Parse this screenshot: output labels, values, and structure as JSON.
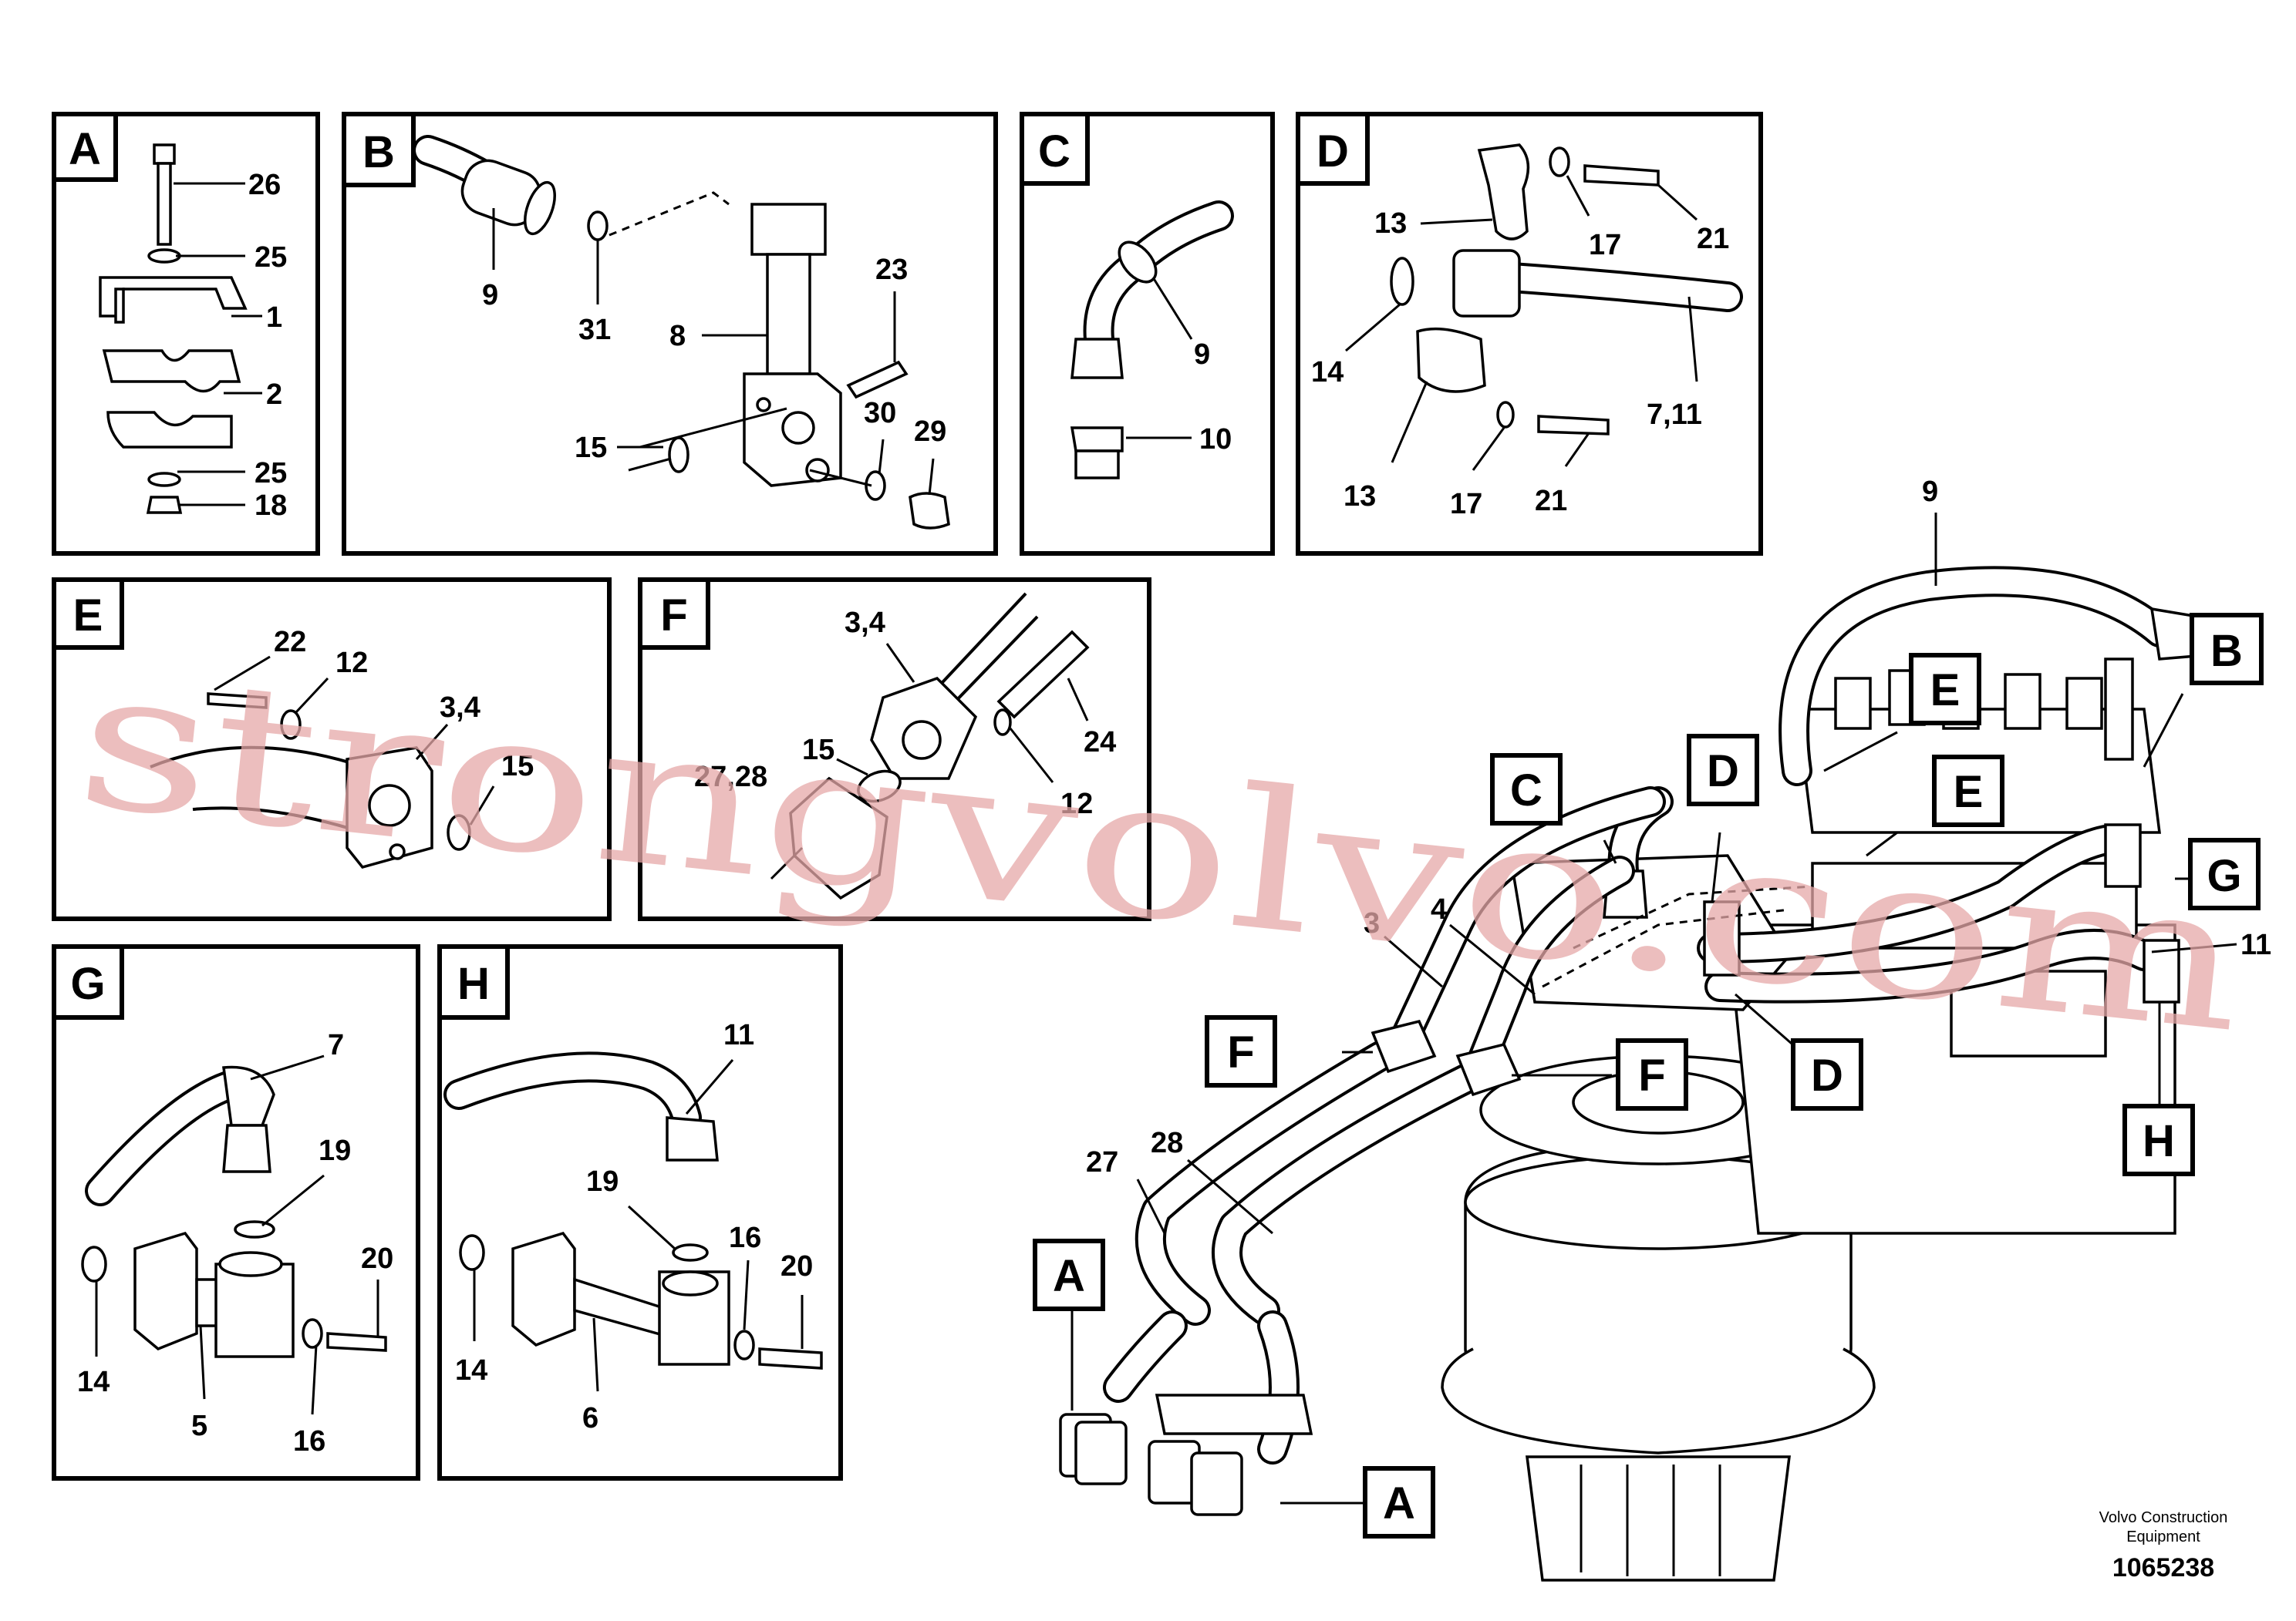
{
  "panels": [
    {
      "letter": "A",
      "callouts": [
        "26",
        "25",
        "1",
        "2",
        "25",
        "18"
      ]
    },
    {
      "letter": "B",
      "callouts": [
        "9",
        "31",
        "8",
        "23",
        "15",
        "30",
        "29"
      ]
    },
    {
      "letter": "C",
      "callouts": [
        "9",
        "10"
      ]
    },
    {
      "letter": "D",
      "callouts": [
        "13",
        "17",
        "21",
        "14",
        "7,11",
        "13",
        "17",
        "21"
      ]
    },
    {
      "letter": "E",
      "callouts": [
        "22",
        "12",
        "3,4",
        "15"
      ]
    },
    {
      "letter": "F",
      "callouts": [
        "3,4",
        "15",
        "24",
        "12",
        "27,28"
      ]
    },
    {
      "letter": "G",
      "callouts": [
        "7",
        "19",
        "20",
        "14",
        "5",
        "16"
      ]
    },
    {
      "letter": "H",
      "callouts": [
        "11",
        "19",
        "16",
        "20",
        "14",
        "6"
      ]
    }
  ],
  "main": {
    "callouts": [
      "9",
      "3",
      "4",
      "11",
      "27",
      "28"
    ],
    "tags": [
      "B",
      "E",
      "E",
      "D",
      "C",
      "G",
      "F",
      "F",
      "D",
      "H",
      "A",
      "A"
    ]
  },
  "watermark": "strongvolvo.com",
  "footer": {
    "brand_line1": "Volvo Construction",
    "brand_line2": "Equipment",
    "figure_number": "1065238"
  }
}
